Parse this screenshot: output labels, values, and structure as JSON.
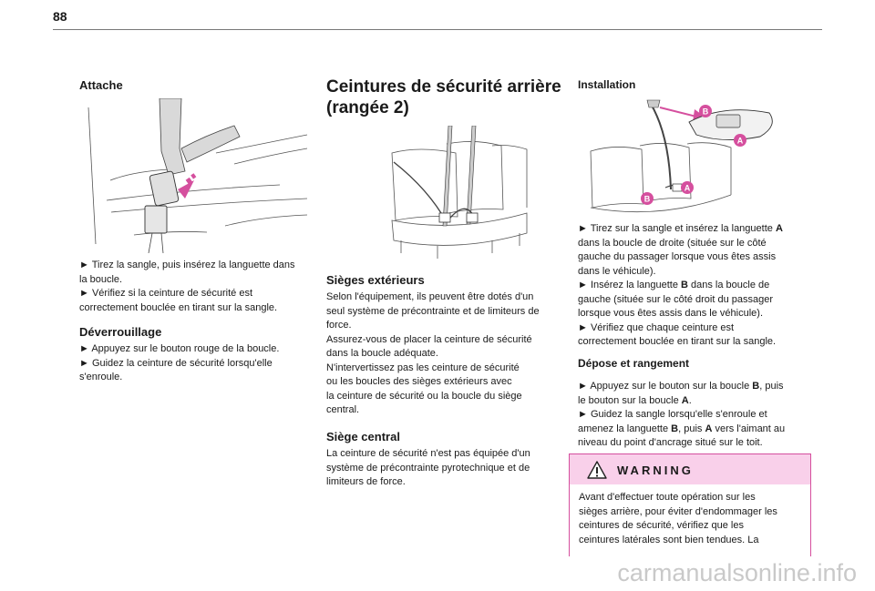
{
  "page_number": "88",
  "col1": {
    "heading": "Attache",
    "para1_l1": "► Tirez la sangle, puis insérez la languette dans",
    "para1_l2": "la boucle.",
    "para1_l3": "► Vérifiez si la ceinture de sécurité est",
    "para1_l4": "correctement bouclée en tirant sur la sangle.",
    "subheading": "Déverrouillage",
    "para2_l1": "► Appuyez sur le bouton rouge de la boucle.",
    "para2_l2": "► Guidez la ceinture de sécurité lorsqu'elle",
    "para2_l3": "s'enroule."
  },
  "col2": {
    "title_l1": "Ceintures de sécurité arrière",
    "title_l2": "(rangée 2)",
    "sub1": "Sièges extérieurs",
    "s1_l1": "Selon l'équipement, ils peuvent être dotés d'un",
    "s1_l2": "seul système de précontrainte et de limiteurs de",
    "s1_l3": "force.",
    "s1_l4": "Assurez-vous de placer la ceinture de sécurité",
    "s1_l5": "dans la boucle adéquate.",
    "s1_l6": "N'intervertissez pas les ceinture de sécurité",
    "s1_l7": "ou les boucles des sièges extérieurs avec",
    "s1_l8": "la ceinture de sécurité ou la boucle du siège",
    "s1_l9": "central.",
    "sub2": "Siège central",
    "s2_l1": "La ceinture de sécurité n'est pas équipée d'un",
    "s2_l2": "système de précontrainte pyrotechnique et de",
    "s2_l3": "limiteurs de force."
  },
  "col3": {
    "heading": "Installation",
    "label_a": "A",
    "label_b": "B",
    "i_l1_pre": "► Tirez sur la sangle et insérez la languette ",
    "i_l1_bold": "A",
    "i_l2": "dans la boucle de droite (située sur le côté",
    "i_l3": "gauche du passager lorsque vous êtes assis",
    "i_l4": "dans le véhicule).",
    "i_l5_pre": "► Insérez la languette ",
    "i_l5_bold": "B",
    "i_l5_post": " dans la boucle de",
    "i_l6": "gauche (située sur le côté droit du passager",
    "i_l7": "lorsque vous êtes assis dans le véhicule).",
    "i_l8": "► Vérifiez que chaque ceinture est",
    "i_l9": "correctement bouclée en tirant sur la sangle.",
    "sub": "Dépose et rangement",
    "d_l1_pre": "► Appuyez sur le bouton sur la boucle ",
    "d_l1_bold": "B",
    "d_l1_post": ", puis",
    "d_l2_pre": "le bouton sur la boucle ",
    "d_l2_bold": "A",
    "d_l2_post": ".",
    "d_l3": "► Guidez la sangle lorsqu'elle s'enroule et",
    "d_l4_pre": "amenez la languette ",
    "d_l4_bold": "B",
    "d_l4_mid": ", puis ",
    "d_l4_bold2": "A",
    "d_l4_post": " vers l'aimant au",
    "d_l5": "niveau du point d'ancrage situé sur le toit."
  },
  "warning": {
    "title": "WARNING",
    "l1": "Avant d'effectuer toute opération sur les",
    "l2": "sièges arrière, pour éviter d'endommager les",
    "l3": "ceintures de sécurité, vérifiez que les",
    "l4": "ceintures latérales sont bien tendues. La"
  },
  "watermark": "carmanualsonline.info",
  "colors": {
    "accent": "#d54f9e",
    "warning_bg": "#f9d0ea",
    "rule": "#777777"
  }
}
